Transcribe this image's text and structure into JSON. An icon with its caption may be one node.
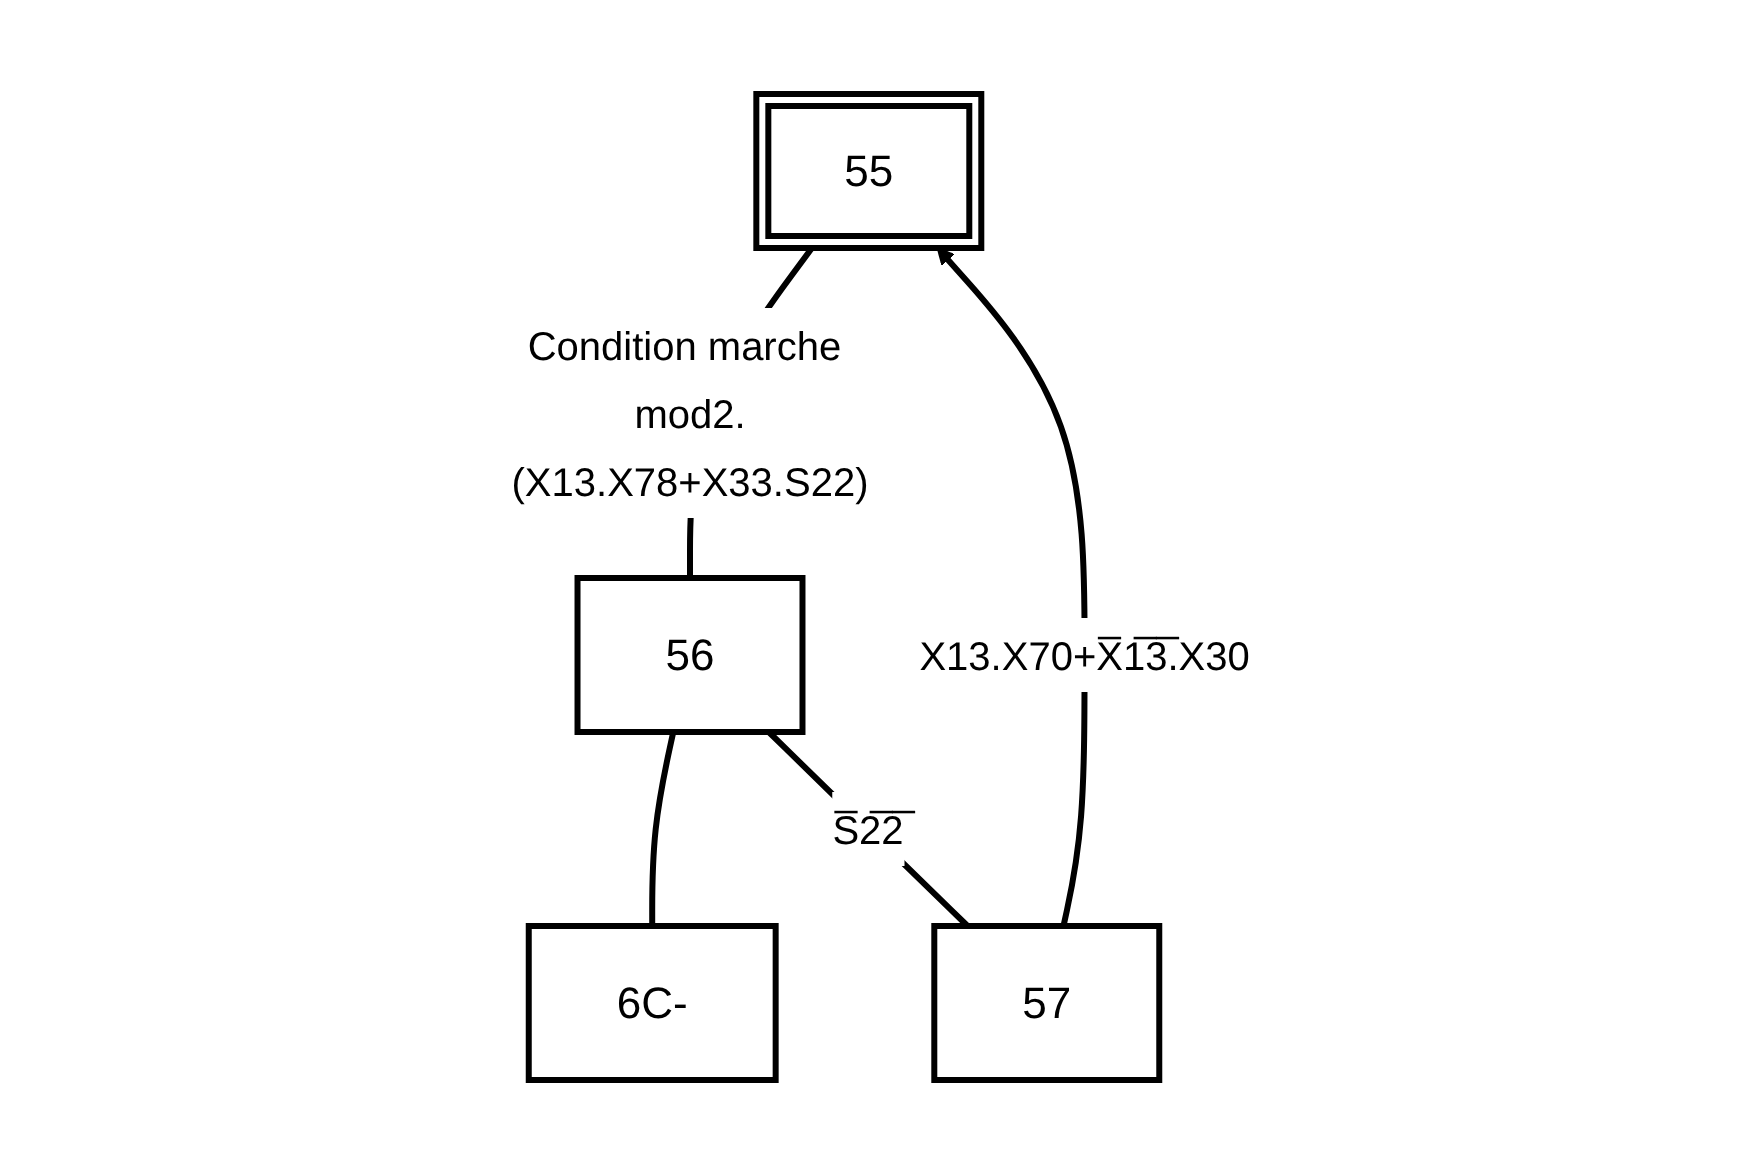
{
  "diagram": {
    "nodes": [
      {
        "text": [
          "55"
        ]
      },
      {
        "text": [
          "56"
        ]
      },
      {
        "text": [
          "6C-"
        ]
      },
      {
        "text": [
          "57"
        ]
      }
    ],
    "edges": [
      {
        "from": 0,
        "to": 1,
        "arrow": "none",
        "label": "Condition marche mod2.(X13.X78+X33.S22)"
      },
      {
        "from": 1,
        "to": 2,
        "arrow": "none"
      },
      {
        "from": 1,
        "to": 3,
        "arrow": "none",
        "label": "S̅2̅2̅"
      },
      {
        "from": 3,
        "to": 0,
        "arrow": "to",
        "label": "X13.X70+X̅1̅3̅.X30"
      }
    ]
  }
}
